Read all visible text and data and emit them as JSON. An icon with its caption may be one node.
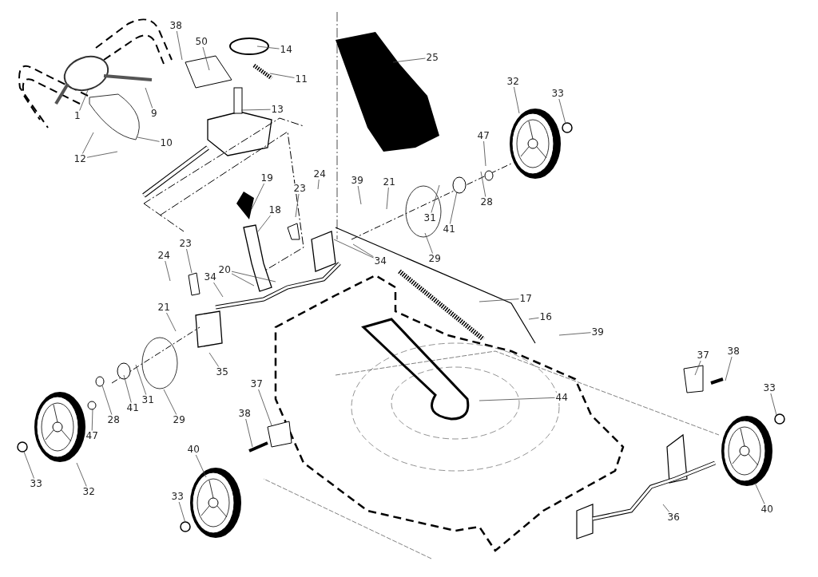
{
  "diagram": {
    "nodes": [
      {
        "text": [
          "38"
        ]
      },
      {
        "text": [
          "50"
        ]
      },
      {
        "text": [
          "14"
        ]
      },
      {
        "text": [
          "11"
        ]
      },
      {
        "text": [
          "25"
        ]
      },
      {
        "text": [
          "32"
        ]
      },
      {
        "text": [
          "33"
        ]
      },
      {
        "text": [
          "1"
        ]
      },
      {
        "text": [
          "9"
        ]
      },
      {
        "text": [
          "13"
        ]
      },
      {
        "text": [
          "47"
        ]
      },
      {
        "text": [
          "10"
        ]
      },
      {
        "text": [
          "12"
        ]
      },
      {
        "text": [
          "19"
        ]
      },
      {
        "text": [
          "24"
        ]
      },
      {
        "text": [
          "39"
        ]
      },
      {
        "text": [
          "21"
        ]
      },
      {
        "text": [
          "23"
        ]
      },
      {
        "text": [
          "18"
        ]
      },
      {
        "text": [
          "31"
        ]
      },
      {
        "text": [
          "41"
        ]
      },
      {
        "text": [
          "28"
        ]
      },
      {
        "text": [
          "24"
        ]
      },
      {
        "text": [
          "23"
        ]
      },
      {
        "text": [
          "34"
        ]
      },
      {
        "text": [
          "29"
        ]
      },
      {
        "text": [
          "20"
        ]
      },
      {
        "text": [
          "34"
        ]
      },
      {
        "text": [
          "17"
        ]
      },
      {
        "text": [
          "21"
        ]
      },
      {
        "text": [
          "16"
        ]
      },
      {
        "text": [
          "39"
        ]
      },
      {
        "text": [
          "37"
        ]
      },
      {
        "text": [
          "38"
        ]
      },
      {
        "text": [
          "35"
        ]
      },
      {
        "text": [
          "37"
        ]
      },
      {
        "text": [
          "33"
        ]
      },
      {
        "text": [
          "44"
        ]
      },
      {
        "text": [
          "31"
        ]
      },
      {
        "text": [
          "41"
        ]
      },
      {
        "text": [
          "28"
        ]
      },
      {
        "text": [
          "29"
        ]
      },
      {
        "text": [
          "38"
        ]
      },
      {
        "text": [
          "47"
        ]
      },
      {
        "text": [
          "40"
        ]
      },
      {
        "text": [
          "33"
        ]
      },
      {
        "text": [
          "32"
        ]
      },
      {
        "text": [
          "33"
        ]
      },
      {
        "text": [
          "36"
        ]
      },
      {
        "text": [
          "40"
        ]
      }
    ],
    "edges": [
      {
        "from": 0,
        "to": null,
        "arrow": "none"
      },
      {
        "from": 1,
        "to": null,
        "arrow": "none"
      },
      {
        "from": 2,
        "to": null,
        "arrow": "none"
      },
      {
        "from": 3,
        "to": null,
        "arrow": "none"
      },
      {
        "from": 4,
        "to": null,
        "arrow": "none"
      },
      {
        "from": 5,
        "to": null,
        "arrow": "none"
      },
      {
        "from": 6,
        "to": null,
        "arrow": "none"
      },
      {
        "from": 7,
        "to": null,
        "arrow": "none"
      },
      {
        "from": 8,
        "to": null,
        "arrow": "none"
      },
      {
        "from": 9,
        "to": null,
        "arrow": "none"
      },
      {
        "from": 10,
        "to": null,
        "arrow": "none"
      },
      {
        "from": 11,
        "to": null,
        "arrow": "none"
      },
      {
        "from": 12,
        "to": null,
        "arrow": "none"
      },
      {
        "from": 12,
        "to": null,
        "arrow": "none"
      },
      {
        "from": 13,
        "to": null,
        "arrow": "none"
      },
      {
        "from": 14,
        "to": null,
        "arrow": "none"
      },
      {
        "from": 15,
        "to": null,
        "arrow": "none"
      },
      {
        "from": 16,
        "to": null,
        "arrow": "none"
      },
      {
        "from": 17,
        "to": null,
        "arrow": "none"
      },
      {
        "from": 18,
        "to": null,
        "arrow": "none"
      },
      {
        "from": 19,
        "to": null,
        "arrow": "none"
      },
      {
        "from": 20,
        "to": null,
        "arrow": "none"
      },
      {
        "from": 21,
        "to": null,
        "arrow": "none"
      },
      {
        "from": 22,
        "to": null,
        "arrow": "none"
      },
      {
        "from": 23,
        "to": null,
        "arrow": "none"
      },
      {
        "from": 24,
        "to": null,
        "arrow": "none"
      },
      {
        "from": 24,
        "to": null,
        "arrow": "none"
      },
      {
        "from": 25,
        "to": null,
        "arrow": "none"
      },
      {
        "from": 26,
        "to": null,
        "arrow": "none"
      },
      {
        "from": 26,
        "to": null,
        "arrow": "none"
      },
      {
        "from": 27,
        "to": null,
        "arrow": "none"
      },
      {
        "from": 28,
        "to": null,
        "arrow": "none"
      },
      {
        "from": 29,
        "to": null,
        "arrow": "none"
      },
      {
        "from": 30,
        "to": null,
        "arrow": "none"
      },
      {
        "from": 31,
        "to": null,
        "arrow": "none"
      },
      {
        "from": 32,
        "to": null,
        "arrow": "none"
      },
      {
        "from": 33,
        "to": null,
        "arrow": "none"
      },
      {
        "from": 34,
        "to": null,
        "arrow": "none"
      },
      {
        "from": 35,
        "to": null,
        "arrow": "none"
      },
      {
        "from": 36,
        "to": null,
        "arrow": "none"
      },
      {
        "from": 37,
        "to": null,
        "arrow": "none"
      },
      {
        "from": 38,
        "to": null,
        "arrow": "none"
      },
      {
        "from": 39,
        "to": null,
        "arrow": "none"
      },
      {
        "from": 40,
        "to": null,
        "arrow": "none"
      },
      {
        "from": 41,
        "to": null,
        "arrow": "none"
      },
      {
        "from": 42,
        "to": null,
        "arrow": "none"
      },
      {
        "from": 43,
        "to": null,
        "arrow": "none"
      },
      {
        "from": 44,
        "to": null,
        "arrow": "none"
      },
      {
        "from": 45,
        "to": null,
        "arrow": "none"
      },
      {
        "from": 46,
        "to": null,
        "arrow": "none"
      },
      {
        "from": 47,
        "to": null,
        "arrow": "none"
      },
      {
        "from": 48,
        "to": null,
        "arrow": "none"
      },
      {
        "from": 49,
        "to": null,
        "arrow": "none"
      }
    ]
  }
}
